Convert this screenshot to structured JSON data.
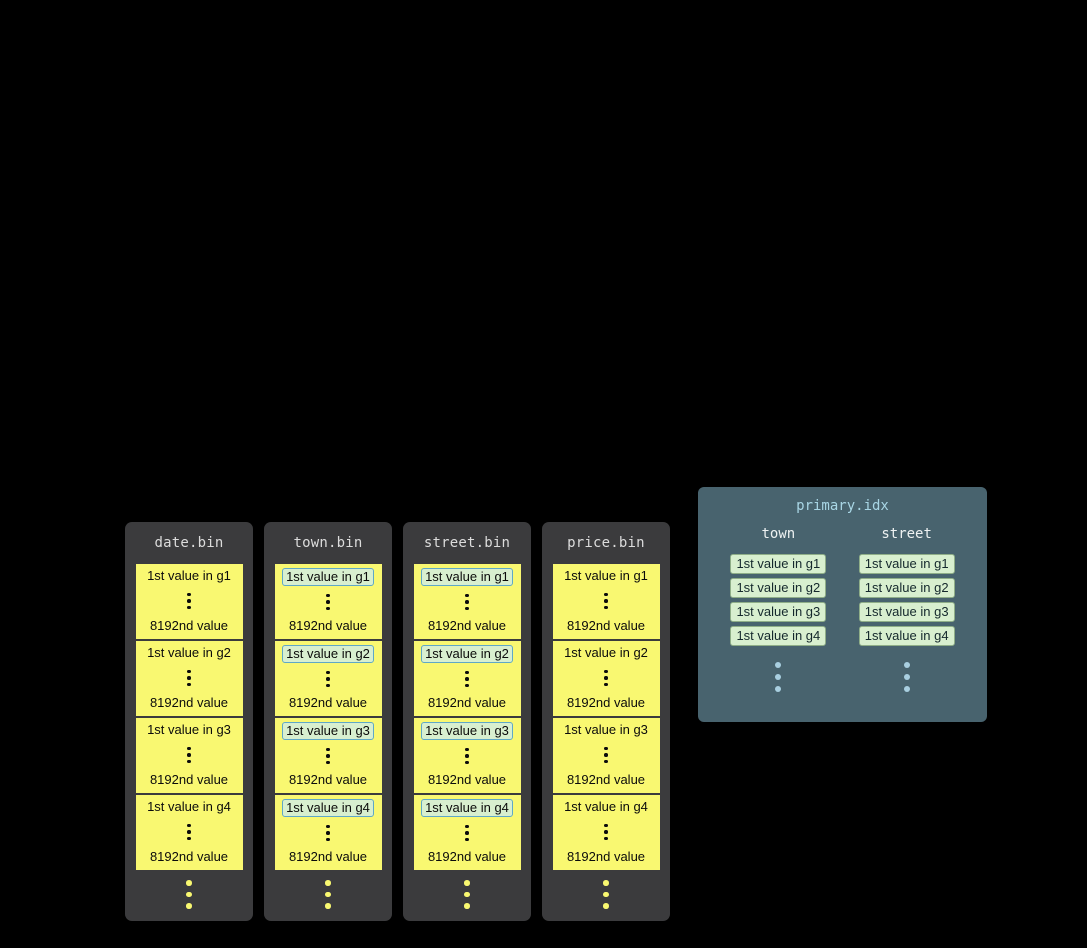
{
  "colors": {
    "background": "#000000",
    "bin_column_bg": "#3b3b3d",
    "bin_title_text": "#dcdcdc",
    "granule_yellow": "#f9f871",
    "granule_text": "#0b0b0b",
    "highlight_fill": "#d8efcf",
    "highlight_border": "#5fa8c7",
    "index_panel_bg": "#48636e",
    "index_title_text": "#a9d6e5",
    "index_header_text": "#eef2f2",
    "index_entry_fill": "#d8efcf",
    "index_entry_border": "#8fae88",
    "index_dots": "#a9cfe0"
  },
  "bins": [
    {
      "title": "date.bin",
      "highlighted": false,
      "groups": [
        {
          "first": "1st value in g1",
          "last": "8192nd value"
        },
        {
          "first": "1st value in g2",
          "last": "8192nd value"
        },
        {
          "first": "1st value in g3",
          "last": "8192nd value"
        },
        {
          "first": "1st value in g4",
          "last": "8192nd value"
        }
      ]
    },
    {
      "title": "town.bin",
      "highlighted": true,
      "groups": [
        {
          "first": "1st value in g1",
          "last": "8192nd value"
        },
        {
          "first": "1st value in g2",
          "last": "8192nd value"
        },
        {
          "first": "1st value in g3",
          "last": "8192nd value"
        },
        {
          "first": "1st value in g4",
          "last": "8192nd value"
        }
      ]
    },
    {
      "title": "street.bin",
      "highlighted": true,
      "groups": [
        {
          "first": "1st value in g1",
          "last": "8192nd value"
        },
        {
          "first": "1st value in g2",
          "last": "8192nd value"
        },
        {
          "first": "1st value in g3",
          "last": "8192nd value"
        },
        {
          "first": "1st value in g4",
          "last": "8192nd value"
        }
      ]
    },
    {
      "title": "price.bin",
      "highlighted": false,
      "groups": [
        {
          "first": "1st value in g1",
          "last": "8192nd value"
        },
        {
          "first": "1st value in g2",
          "last": "8192nd value"
        },
        {
          "first": "1st value in g3",
          "last": "8192nd value"
        },
        {
          "first": "1st value in g4",
          "last": "8192nd value"
        }
      ]
    }
  ],
  "index_panel": {
    "title": "primary.idx",
    "columns": [
      {
        "header": "town",
        "entries": [
          "1st value in g1",
          "1st value in g2",
          "1st value in g3",
          "1st value in g4"
        ]
      },
      {
        "header": "street",
        "entries": [
          "1st value in g1",
          "1st value in g2",
          "1st value in g3",
          "1st value in g4"
        ]
      }
    ]
  }
}
